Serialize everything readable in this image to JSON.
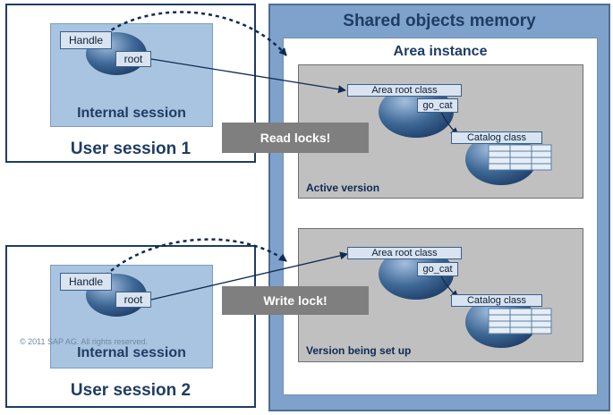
{
  "shared_memory": {
    "title": "Shared objects memory",
    "area_instance": {
      "title": "Area instance",
      "versions": [
        {
          "label": "Active version",
          "area_root_class": "Area root class",
          "go_cat": "go_cat",
          "catalog_class": "Catalog class"
        },
        {
          "label": "Version being set up",
          "area_root_class": "Area root class",
          "go_cat": "go_cat",
          "catalog_class": "Catalog class"
        }
      ]
    }
  },
  "user_sessions": [
    {
      "label": "User session 1",
      "internal_session": "Internal session",
      "handle": "Handle",
      "root": "root"
    },
    {
      "label": "User session 2",
      "internal_session": "Internal session",
      "handle": "Handle",
      "root": "root"
    }
  ],
  "locks": {
    "read": "Read locks!",
    "write": "Write lock!"
  },
  "copyright": "© 2011 SAP AG. All rights reserved.",
  "colors": {
    "navy": "#1f3c64",
    "internal_session_fill": "#a9c4e0",
    "shared_memory_fill": "#7ea2cb",
    "version_fill": "#c0c0c0",
    "lock_fill": "#7f7f7f"
  }
}
